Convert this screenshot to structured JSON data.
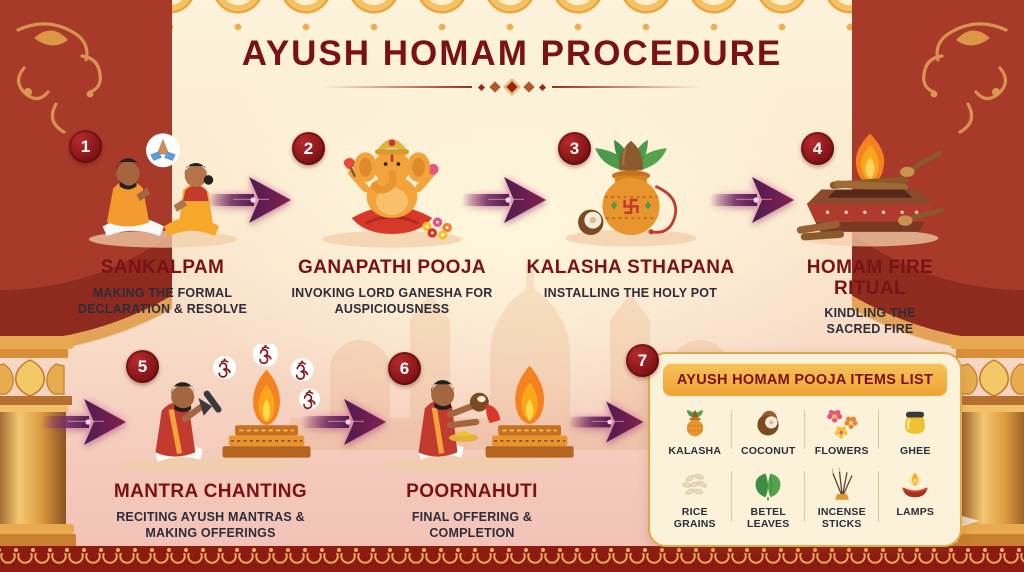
{
  "title": "AYUSH HOMAM PROCEDURE",
  "steps": [
    {
      "num": "1",
      "title": "SANKALPAM",
      "desc": "MAKING THE FORMAL DECLARATION & RESOLVE"
    },
    {
      "num": "2",
      "title": "GANAPATHI POOJA",
      "desc": "INVOKING LORD GANESHA FOR AUSPICIOUSNESS"
    },
    {
      "num": "3",
      "title": "KALASHA STHAPANA",
      "desc": "INSTALLING THE HOLY POT"
    },
    {
      "num": "4",
      "title": "HOMAM FIRE RITUAL",
      "desc": "KINDLING THE SACRED FIRE"
    },
    {
      "num": "5",
      "title": "MANTRA CHANTING",
      "desc": "RECITING AYUSH MANTRAS & MAKING OFFERINGS"
    },
    {
      "num": "6",
      "title": "POORNAHUTI",
      "desc": "FINAL OFFERING & COMPLETION"
    }
  ],
  "items_panel": {
    "num": "7",
    "title": "AYUSH HOMAM POOJA ITEMS LIST",
    "items": [
      {
        "label": "KALASHA",
        "icon": "kalasha-icon"
      },
      {
        "label": "COCONUT",
        "icon": "coconut-icon"
      },
      {
        "label": "FLOWERS",
        "icon": "flowers-icon"
      },
      {
        "label": "GHEE",
        "icon": "ghee-icon"
      },
      {
        "label": "RICE GRAINS",
        "icon": "rice-grains-icon"
      },
      {
        "label": "BETEL LEAVES",
        "icon": "betel-leaves-icon"
      },
      {
        "label": "INCENSE STICKS",
        "icon": "incense-sticks-icon"
      },
      {
        "label": "LAMPS",
        "icon": "lamps-icon"
      }
    ]
  },
  "colors": {
    "title_maroon": "#7A1215",
    "desc_dark": "#2D2D3A",
    "badge_red": "#8E1A14",
    "arrow_purple": "#5E2557",
    "frame_red": "#A83A2A",
    "gold": "#E2A257",
    "panel_bg": "#FCF2D9",
    "panel_header_gold": "#EFA433",
    "bottom_band": "#8C1B12"
  }
}
